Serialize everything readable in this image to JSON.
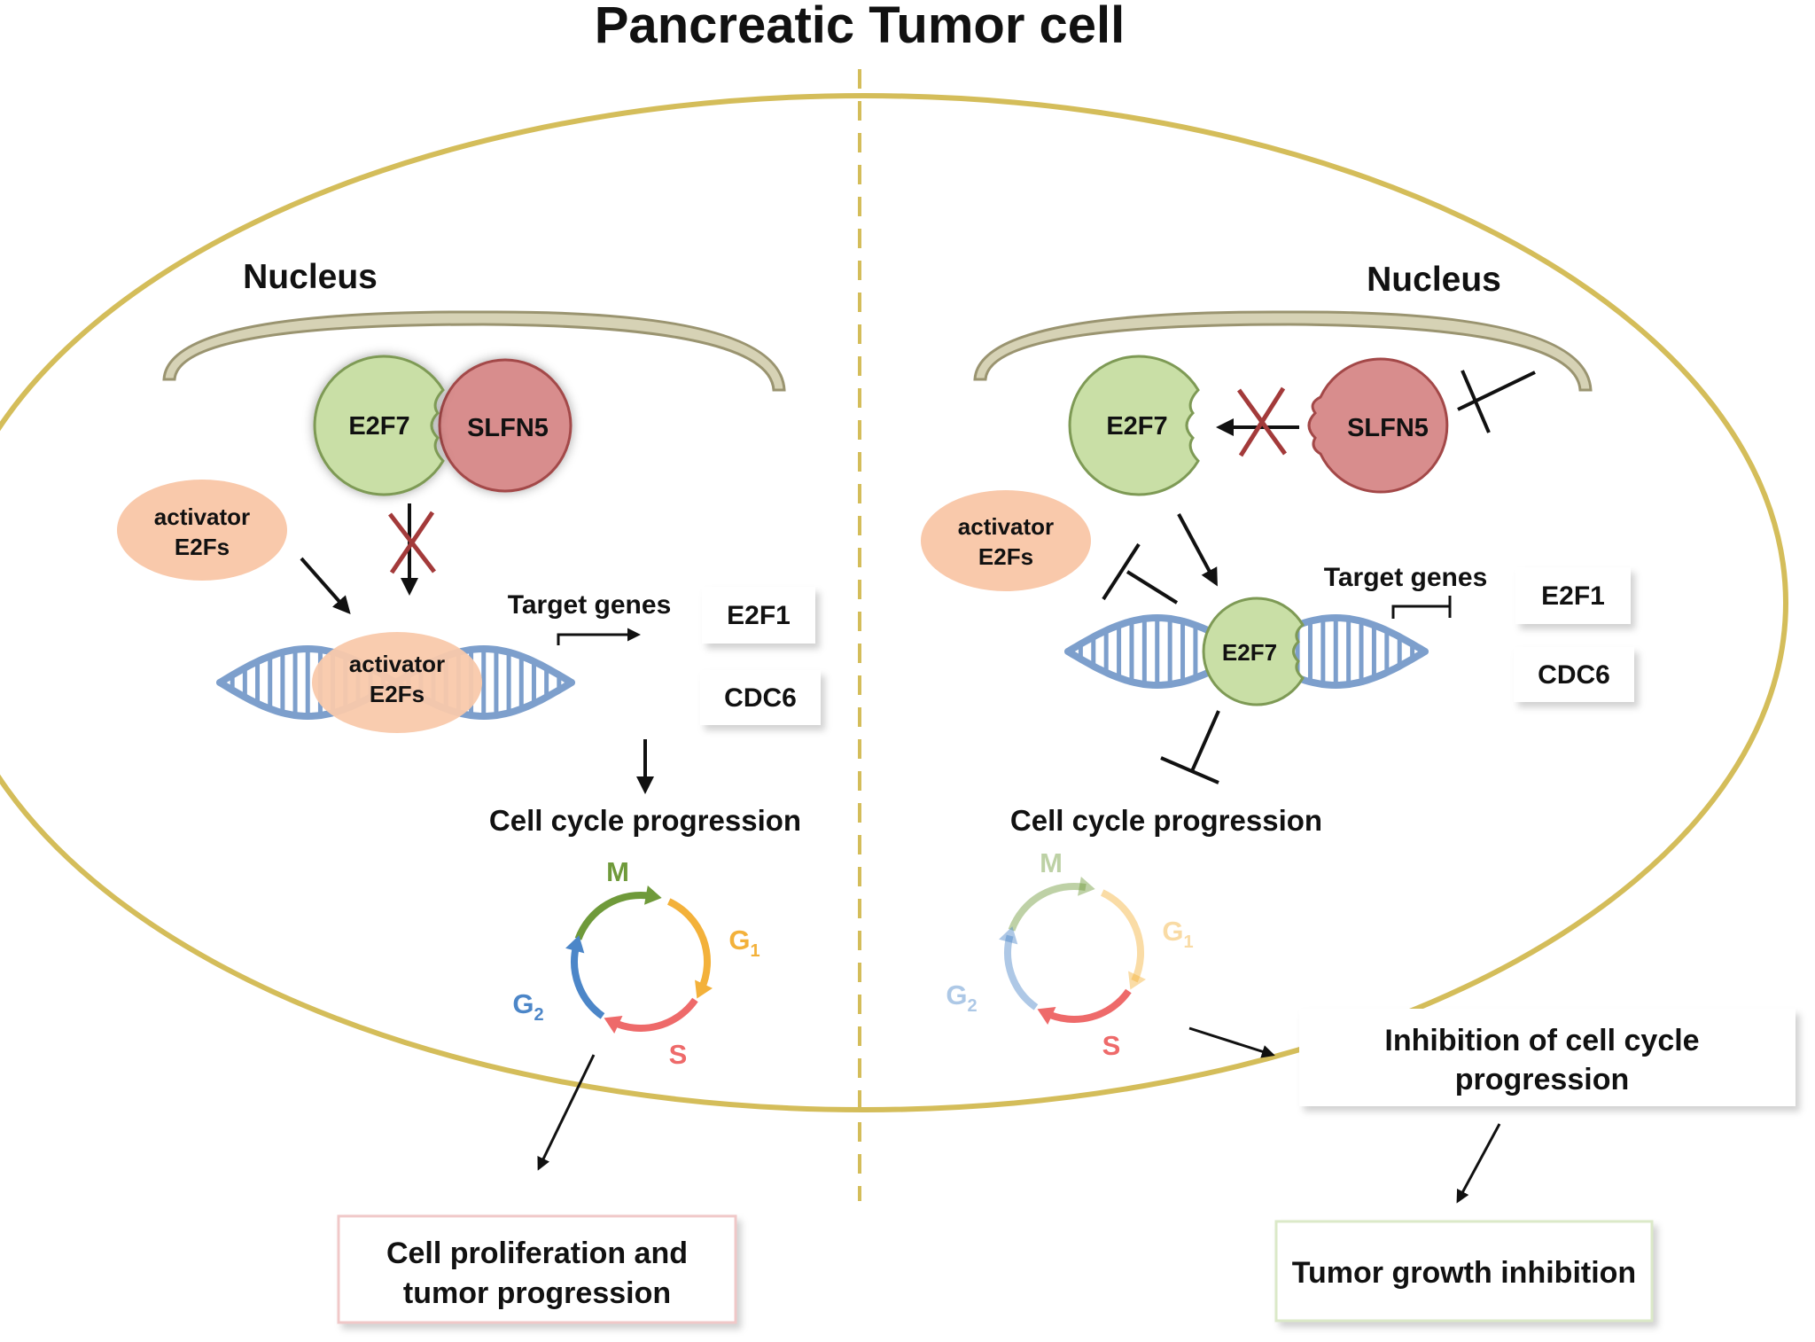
{
  "title": "Pancreatic Tumor cell",
  "left": {
    "nucleus_label": "Nucleus",
    "e2f7": "E2F7",
    "slfn5": "SLFN5",
    "activator_free": [
      "activator",
      "E2Fs"
    ],
    "activator_bound": [
      "activator",
      "E2Fs"
    ],
    "target_genes": "Target genes",
    "gene_1": "E2F1",
    "gene_2": "CDC6",
    "cell_cycle": "Cell cycle progression",
    "outcome": [
      "Cell proliferation and",
      "tumor progression"
    ]
  },
  "right": {
    "nucleus_label": "Nucleus",
    "e2f7": "E2F7",
    "slfn5": "SLFN5",
    "activator_free": [
      "activator",
      "E2Fs"
    ],
    "e2f7_bound": "E2F7",
    "target_genes": "Target genes",
    "gene_1": "E2F1",
    "gene_2": "CDC6",
    "cell_cycle": "Cell cycle progression",
    "inhibition": [
      "Inhibition of cell cycle",
      "progression"
    ],
    "outcome": "Tumor growth inhibition"
  },
  "phases": {
    "m": "M",
    "g1": "G",
    "g1_sub": "1",
    "s": "S",
    "g2": "G",
    "g2_sub": "2"
  },
  "colors": {
    "cell_border": "#d4bd5a",
    "e2f7_fill": "#c9dfa6",
    "slfn5_fill": "#d88d8d",
    "activator_fill": "#f9c9ab",
    "dna": "#7d9fcc",
    "phase_m": "#6f9a3a",
    "phase_g1": "#f3b13a",
    "phase_s": "#ee6a6a",
    "phase_g2": "#4c86c8",
    "inhibit_x": "#a33a3a"
  }
}
